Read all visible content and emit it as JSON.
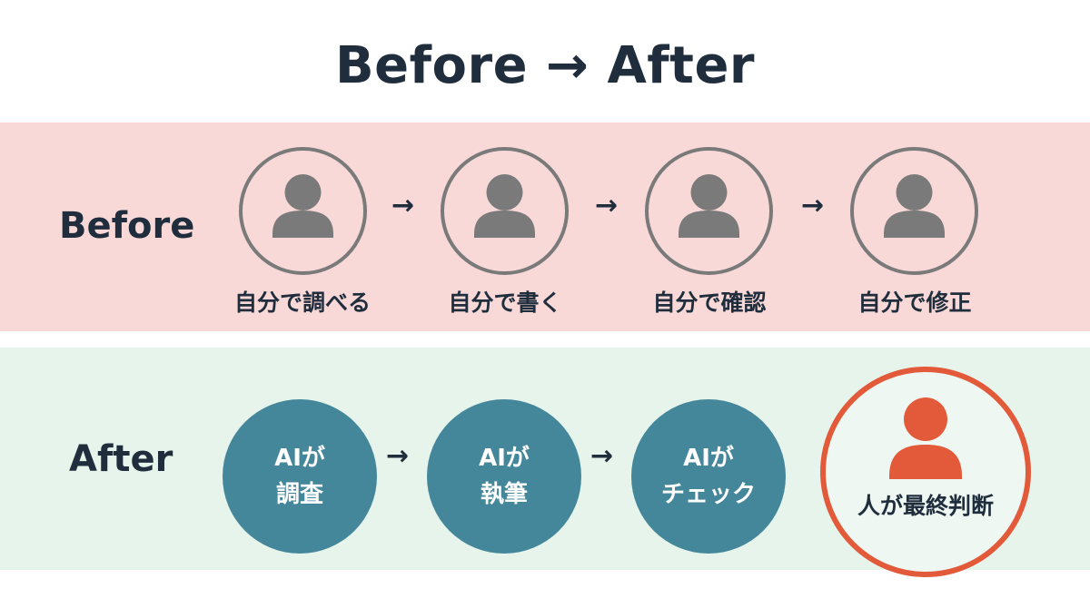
{
  "title": "Before → After",
  "before": {
    "label": "Before",
    "steps": [
      "自分で調べる",
      "自分で書く",
      "自分で確認",
      "自分で修正"
    ],
    "arrow": "→"
  },
  "after": {
    "label": "After",
    "steps": [
      {
        "line1": "AIが",
        "line2": "調査"
      },
      {
        "line1": "AIが",
        "line2": "執筆"
      },
      {
        "line1": "AIが",
        "line2": "チェック"
      }
    ],
    "arrow": "→",
    "final_step": "人が最終判断"
  },
  "colors": {
    "before_band": "#f9d9d8",
    "after_band": "#e6f4ec",
    "ai_circle": "#44879a",
    "human_accent": "#e35a3a",
    "person_icon": "#7a7a7a"
  },
  "icons": {
    "before_step": "person-icon",
    "final_step": "person-icon"
  }
}
